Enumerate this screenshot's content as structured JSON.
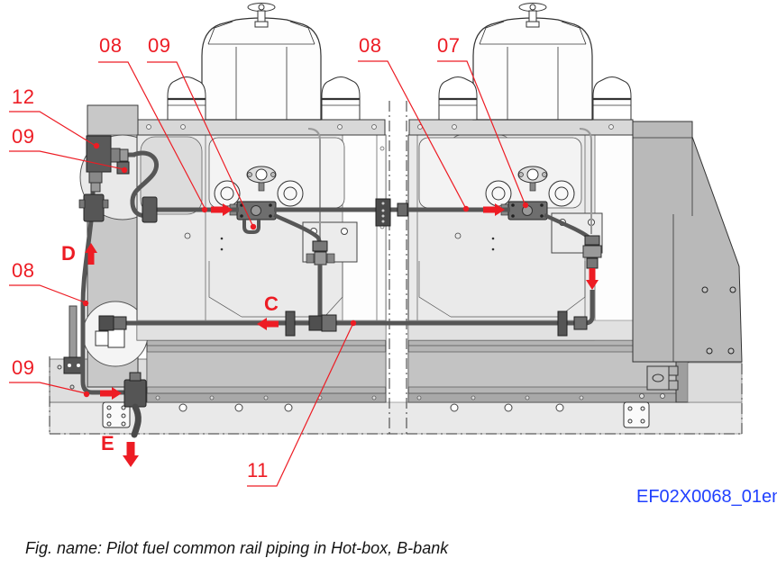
{
  "figure": {
    "caption": "Fig. name: Pilot fuel common rail piping in Hot-box, B-bank",
    "drawing_id": "EF02X0068_01en",
    "subject": "Pilot fuel common rail piping in Hot-box, B-bank"
  },
  "colors": {
    "callout_red": "#ed1c24",
    "doc_id_blue": "#1f3fff",
    "pipe_gray": "#565656"
  },
  "callouts": {
    "part_labels": [
      {
        "text": "08",
        "position": "top-left"
      },
      {
        "text": "09",
        "position": "top-left-2"
      },
      {
        "text": "08",
        "position": "top-right"
      },
      {
        "text": "07",
        "position": "top-right-2"
      },
      {
        "text": "12",
        "position": "upper-left"
      },
      {
        "text": "09",
        "position": "upper-left-2"
      },
      {
        "text": "08",
        "position": "mid-left"
      },
      {
        "text": "09",
        "position": "lower-left"
      },
      {
        "text": "11",
        "position": "bottom-center"
      }
    ],
    "flow_labels": [
      {
        "text": "D",
        "position": "left-pipe-up"
      },
      {
        "text": "C",
        "position": "lower-rail-left"
      },
      {
        "text": "E",
        "position": "drain-down"
      }
    ]
  },
  "flow_arrows": [
    {
      "name": "feed-arrow-left-engine",
      "direction": "right"
    },
    {
      "name": "feed-arrow-right-engine",
      "direction": "right"
    },
    {
      "name": "return-arrow-right-engine",
      "direction": "down"
    },
    {
      "name": "flow-d-arrow",
      "direction": "up"
    },
    {
      "name": "flow-c-arrow",
      "direction": "left"
    },
    {
      "name": "inlet-arrow-lower-left",
      "direction": "right"
    },
    {
      "name": "flow-e-arrow",
      "direction": "down"
    }
  ]
}
